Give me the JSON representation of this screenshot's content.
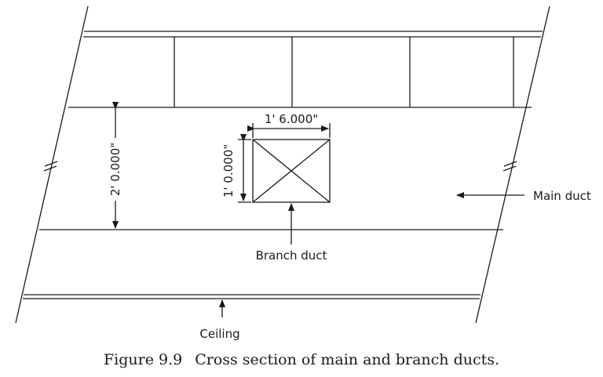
{
  "diagram": {
    "dimensions": {
      "duct_width": "1' 6.000\"",
      "duct_height": "1' 0.000\"",
      "main_duct_height": "2' 0.000\""
    },
    "labels": {
      "main_duct": "Main duct",
      "branch_duct": "Branch duct",
      "ceiling": "Ceiling"
    }
  },
  "caption": {
    "number": "Figure 9.9",
    "text": "Cross section of main and branch ducts."
  }
}
